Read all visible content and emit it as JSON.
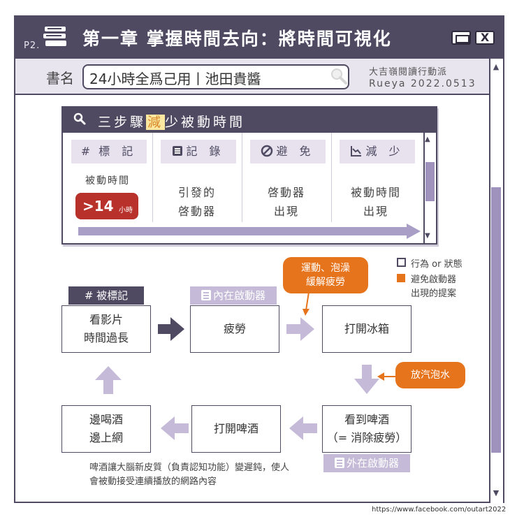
{
  "header": {
    "page_label": "P2.",
    "title": "第一章  掌握時間去向：將時間可視化",
    "window_controls": [
      "minimize-icon",
      "close-icon"
    ],
    "close_glyph": "X"
  },
  "info": {
    "book_label": "書名",
    "book_value": "24小時全爲己用丨池田貴醬",
    "credit_line1": "大吉嶺閱讀行動派",
    "credit_line2": "Rueya 2022.0513"
  },
  "panel": {
    "title_pre": "三步驟",
    "title_highlight": "減",
    "title_post": "少被動時間",
    "steps": [
      {
        "icon": "#",
        "label": "標 記",
        "text": "被動時間"
      },
      {
        "icon": "list-icon",
        "label": "記 錄",
        "text": "引發的\n啓動器"
      },
      {
        "icon": "ban-icon",
        "label": "避 免",
        "text": "啓動器\n出現"
      },
      {
        "icon": "chart-icon",
        "label": "減 少",
        "text": "被動時間\n出現"
      }
    ],
    "badge_value": ">14",
    "badge_unit": "小時"
  },
  "legend": {
    "item1": "行為 or 狀態",
    "item2_line1": "避免啟動器",
    "item2_line2": "出現的提案"
  },
  "flow": {
    "tag_marked": "# 被標記",
    "tag_internal": "內在啟動器",
    "tag_external": "外在啟動器",
    "node1_line1": "看影片",
    "node1_line2": "時間過長",
    "node2": "疲勞",
    "node3": "打開冰箱",
    "node4_line1": "看到啤酒",
    "node4_line2": "（= 消除疲勞）",
    "node5": "打開啤酒",
    "node6_line1": "邊喝酒",
    "node6_line2": "邊上網",
    "callout1_line1": "運動、泡澡",
    "callout1_line2": "緩解疲勞",
    "callout2": "放汽泡水"
  },
  "note": "啤酒讓大腦新皮質（負責認知功能）變遲鈍，使人會被動接受連續播放的網路內容",
  "footer_url": "https://www.facebook.com/outart2022",
  "colors": {
    "primary": "#4f4a62",
    "accent_light": "#c5bbd8",
    "orange": "#e6741c",
    "badge_red": "#b8312b",
    "highlight_yellow": "#fbe7a0"
  }
}
